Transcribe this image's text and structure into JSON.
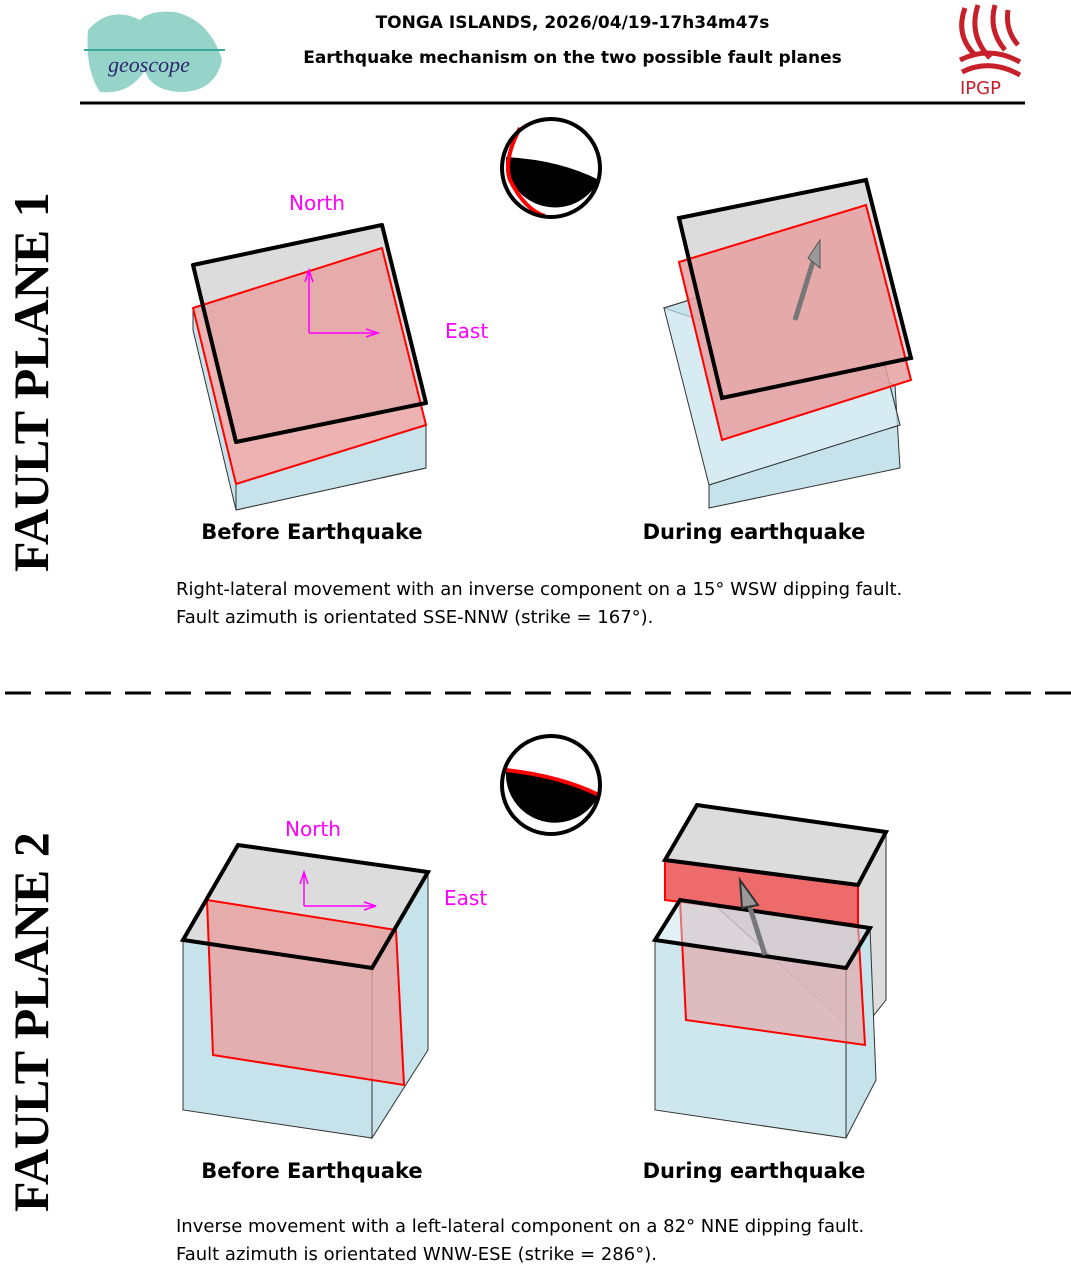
{
  "header": {
    "title": "TONGA ISLANDS, 2026/04/19-17h34m47s",
    "subtitle": "Earthquake mechanism on the two possible fault planes",
    "logo_left": "geoscope",
    "logo_right": "IPGP"
  },
  "colors": {
    "fault": "#ff0000",
    "plane_fill": "#e8a0a0",
    "block": "#c6e3ec",
    "top": "#d8d8d8",
    "axis": "#ff00ff"
  },
  "planes": [
    {
      "label": "FAULT PLANE 1",
      "north": "North",
      "east": "East",
      "before": "Before Earthquake",
      "during": "During earthquake",
      "desc1": "Right-lateral movement with an inverse component on a 15° WSW dipping fault.",
      "desc2": "Fault azimuth is orientated SSE-NNW (strike = 167°)."
    },
    {
      "label": "FAULT PLANE 2",
      "north": "North",
      "east": "East",
      "before": "Before Earthquake",
      "during": "During earthquake",
      "desc1": "Inverse movement with a left-lateral component on a 82° NNE dipping fault.",
      "desc2": "Fault azimuth is orientated WNW-ESE (strike = 286°)."
    }
  ]
}
